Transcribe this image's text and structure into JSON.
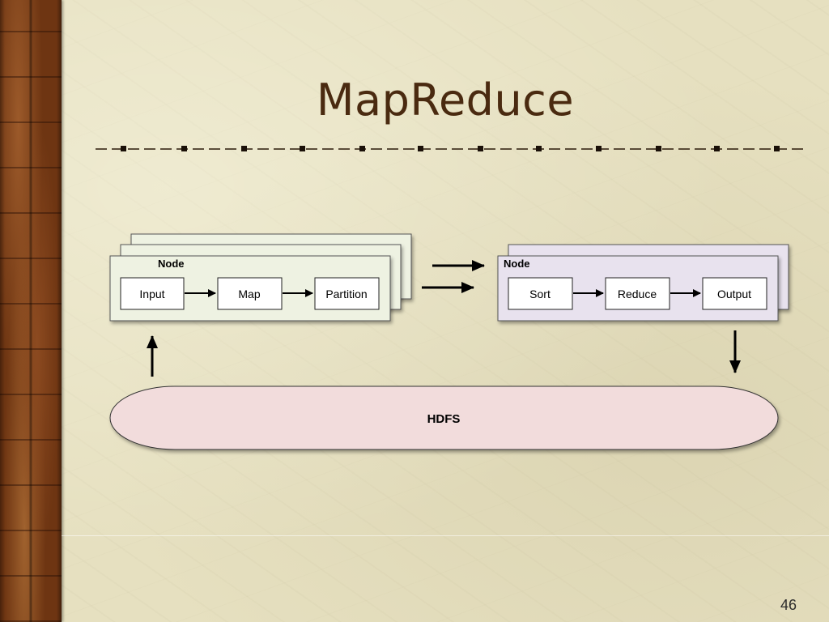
{
  "slide": {
    "title": "MapReduce",
    "page_number": "46"
  },
  "diagram": {
    "map_node": {
      "label": "Node",
      "steps": [
        "Input",
        "Map",
        "Partition"
      ]
    },
    "reduce_node": {
      "label": "Node",
      "steps": [
        "Sort",
        "Reduce",
        "Output"
      ]
    },
    "storage": {
      "label": "HDFS"
    }
  },
  "colors": {
    "map_node_fill": "#eef2e2",
    "reduce_node_fill": "#e8e2ee",
    "hdfs_fill": "#f2dcdc",
    "title": "#4a2a10"
  }
}
